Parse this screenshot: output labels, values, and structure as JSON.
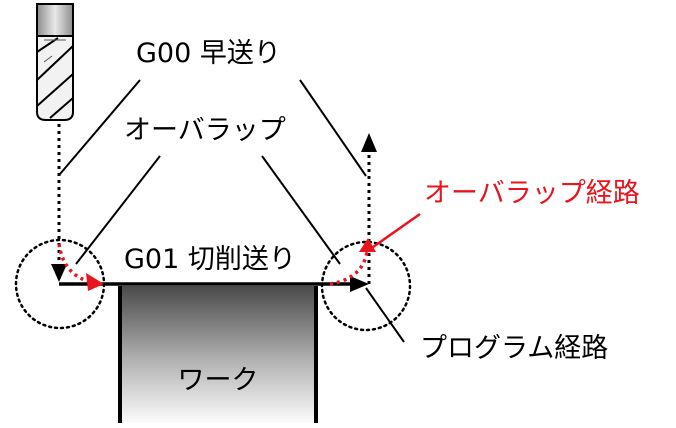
{
  "labels": {
    "g00_rapid": "G00 早送り",
    "overlap": "オーバラップ",
    "overlap_path": "オーバラップ経路",
    "g01_cutting": "G01 切削送り",
    "program_path": "プログラム経路",
    "workpiece": "ワーク"
  },
  "colors": {
    "ink": "#000000",
    "overlap_red": "#e8141e",
    "tool_fill": "#d9d9d9",
    "work_gradient_top": "#4a4a4a",
    "work_gradient_bottom": "#ffffff"
  },
  "icons": {
    "tool": "end-mill-icon"
  }
}
